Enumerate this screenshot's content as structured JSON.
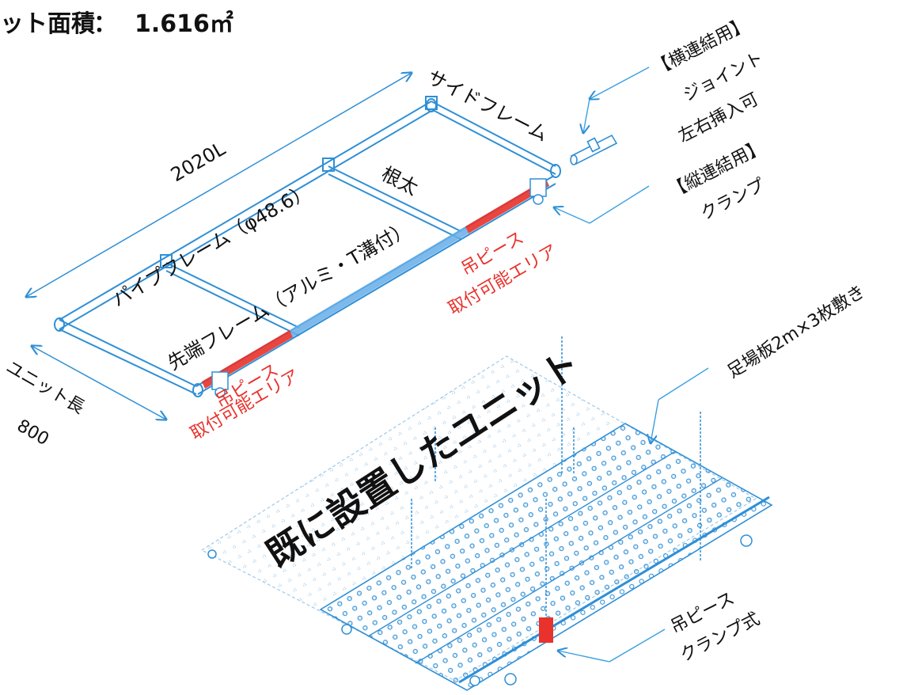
{
  "header": {
    "area_label": "ット面積",
    "separator": "：",
    "area_value": "1.616㎡"
  },
  "labels": {
    "side_frame": "サイドフレーム",
    "length_2020": "2020L",
    "joist": "根太",
    "pipe_frame": "パイプフレーム（φ48.6）",
    "tip_frame": "先端フレーム（アルミ・T溝付）",
    "unit_length": "ユニット長",
    "unit_length_value": "800",
    "hanger_area_1": "吊ピース",
    "hanger_area_1b": "取付可能エリア",
    "hanger_area_2": "吊ピース",
    "hanger_area_2b": "取付可能エリア",
    "joint_title": "【横連結用】",
    "joint_line1": "ジョイント",
    "joint_line2": "左右挿入可",
    "clamp_title": "【縦連結用】",
    "clamp_line1": "クランプ",
    "planks": "足場板2m×3枚敷き",
    "installed_unit": "既に設置したユニット",
    "hanger_clamp1": "吊ピース",
    "hanger_clamp2": "クランプ式"
  },
  "colors": {
    "frame": "#2f8fd6",
    "accent_red": "#e8322b",
    "text": "#111111",
    "leader": "#3aa0e0"
  }
}
